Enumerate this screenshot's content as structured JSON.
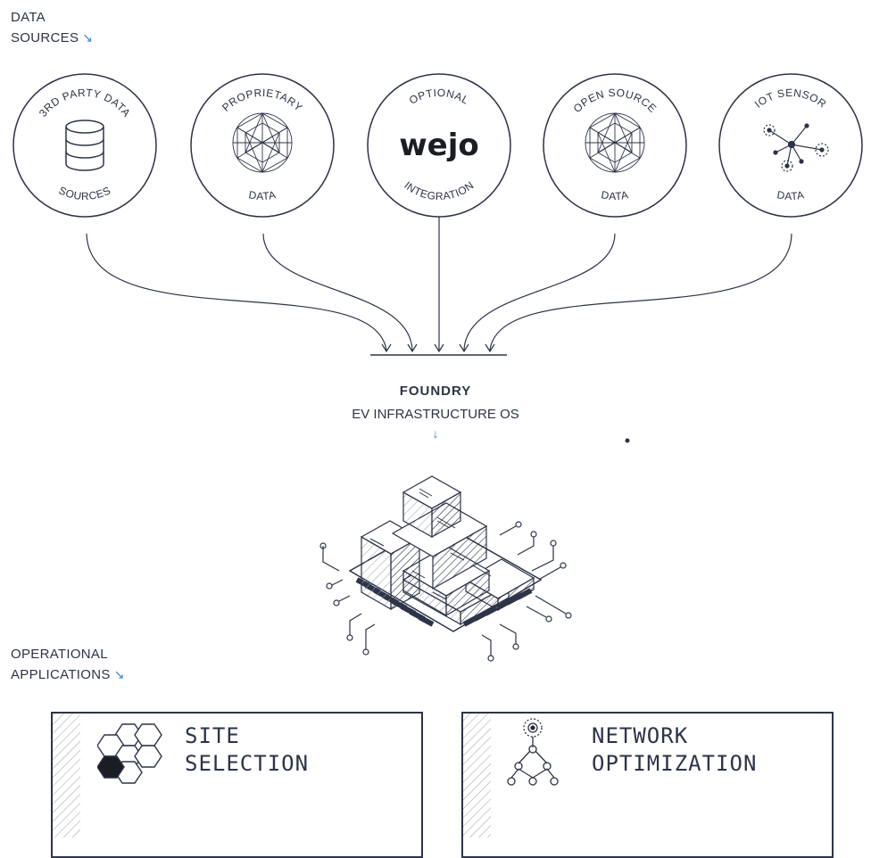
{
  "data_sources_label": {
    "line1": "DATA",
    "line2": "SOURCES",
    "arrow": "↘"
  },
  "sources": [
    {
      "top": "3RD PARTY DATA",
      "bottom": "SOURCES",
      "icon": "database-icon"
    },
    {
      "top": "PROPRIETARY",
      "bottom": "DATA",
      "icon": "mesh-sphere-icon"
    },
    {
      "top": "OPTIONAL",
      "bottom": "INTEGRATION",
      "logo": "wejo"
    },
    {
      "top": "OPEN SOURCE",
      "bottom": "DATA",
      "icon": "mesh-sphere-icon"
    },
    {
      "top": "IOT SENSOR",
      "bottom": "DATA",
      "icon": "sensor-network-icon"
    }
  ],
  "foundry": {
    "title": "FOUNDRY",
    "subtitle": "EV INFRASTRUCTURE OS",
    "arrow": "↓"
  },
  "operational_label": {
    "line1": "OPERATIONAL",
    "line2": "APPLICATIONS",
    "arrow": "↘"
  },
  "applications": [
    {
      "line1": "SITE",
      "line2": "SELECTION",
      "icon": "hexagon-grid-icon"
    },
    {
      "line1": "NETWORK",
      "line2": "OPTIMIZATION",
      "icon": "network-tree-icon"
    }
  ],
  "colors": {
    "ink": "#2d3447",
    "accent": "#3d7fd6"
  }
}
